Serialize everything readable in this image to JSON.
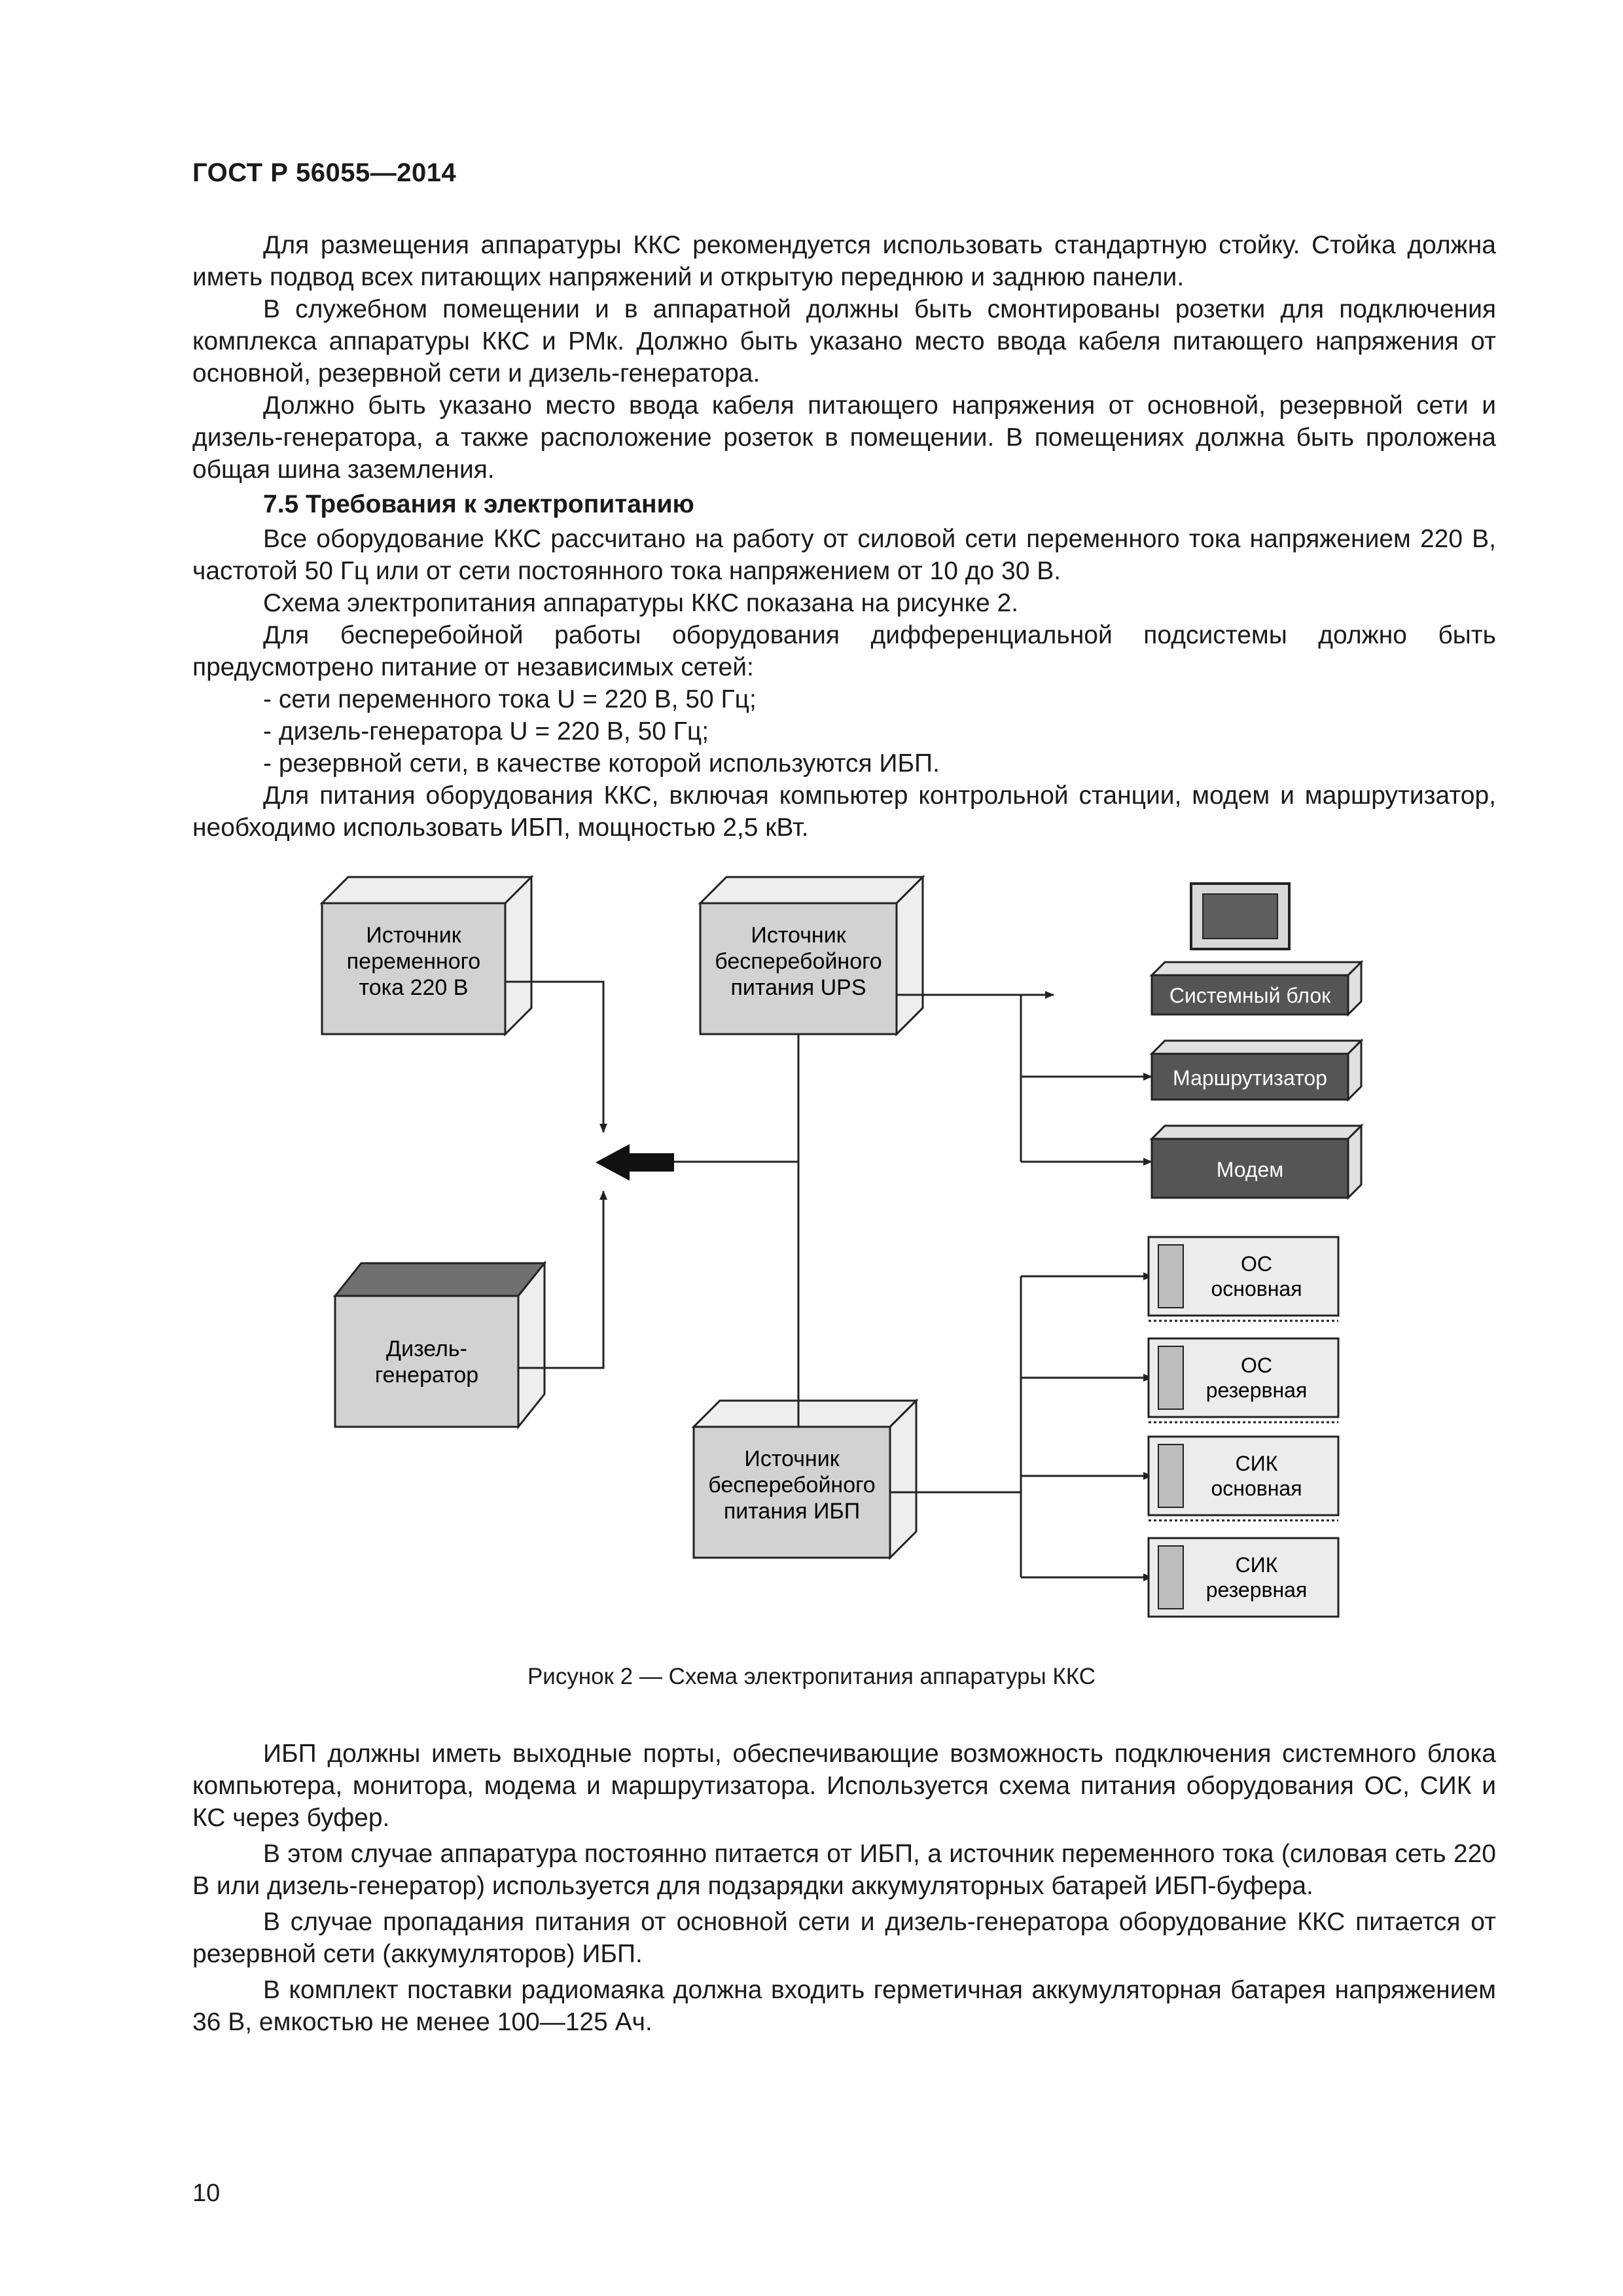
{
  "header": {
    "doc_id": "ГОСТ Р 56055—2014"
  },
  "block1": {
    "p1": "Для размещения аппаратуры ККС рекомендуется использовать стандартную стойку. Стойка должна иметь подвод всех питающих напряжений и открытую переднюю и заднюю панели.",
    "p2": "В служебном помещении и в аппаратной должны быть смонтированы розетки для подключения комплекса аппаратуры ККС и РМк. Должно быть указано место ввода кабеля питающего напряжения от основной, резервной сети и дизель-генератора.",
    "p3": "Должно быть указано место ввода кабеля питающего напряжения от основной, резервной сети и дизель-генератора, а также расположение розеток в помещении. В помещениях должна быть проложена общая шина заземления.",
    "section_title": "7.5 Требования к электропитанию",
    "p4": "Все оборудование ККС рассчитано на работу от силовой сети переменного тока напряжением 220 В, частотой 50 Гц или от сети постоянного тока напряжением от 10 до 30 В.",
    "p5": "Схема электропитания аппаратуры ККС показана на рисунке 2.",
    "p6": "Для бесперебойной работы оборудования дифференциальной подсистемы должно быть предусмотрено питание от независимых сетей:",
    "li1": "- сети переменного тока U = 220 В, 50 Гц;",
    "li2": "- дизель-генератора U = 220 В, 50 Гц;",
    "li3": "- резервной сети, в качестве которой используются ИБП.",
    "p7": "Для питания оборудования ККС, включая компьютер контрольной станции, модем и маршрутизатор, необходимо использовать ИБП, мощностью 2,5 кВт."
  },
  "diagram": {
    "ac_source": [
      "Источник",
      "переменного",
      "тока 220 В"
    ],
    "diesel": [
      "Дизель-",
      "генератор"
    ],
    "ups": [
      "Источник",
      "бесперебойного",
      "питания UPS"
    ],
    "ibp": [
      "Источник",
      "бесперебойного",
      "питания ИБП"
    ],
    "system_unit": "Системный блок",
    "router": "Маршрутизатор",
    "modem": "Модем",
    "os_main": [
      "ОС",
      "основная"
    ],
    "os_reserve": [
      "ОС",
      "резервная"
    ],
    "sik_main": [
      "СИК",
      "основная"
    ],
    "sik_reserve": [
      "СИК",
      "резервная"
    ]
  },
  "caption": "Рисунок 2 — Схема электропитания аппаратуры ККС",
  "block2": {
    "p1": "ИБП должны иметь выходные порты, обеспечивающие возможность подключения системного блока компьютера, монитора, модема и маршрутизатора. Используется схема питания оборудования ОС, СИК и КС через буфер.",
    "p2": "В этом случае аппаратура постоянно питается от ИБП, а источник переменного тока (силовая сеть 220 В или дизель-генератор) используется для подзарядки аккумуляторных батарей ИБП-буфера.",
    "p3": "В случае пропадания питания от основной сети и дизель-генератора оборудование ККС питается от резервной сети (аккумуляторов) ИБП.",
    "p4": "В комплект поставки радиомаяка должна входить герметичная аккумуляторная батарея напряжением 36 В, емкостью не менее 100—125 Ач."
  },
  "page_number": "10",
  "colors": {
    "box_fill": "#d2d2d2",
    "box_dark": "#5a5a5a",
    "line": "#222222"
  }
}
